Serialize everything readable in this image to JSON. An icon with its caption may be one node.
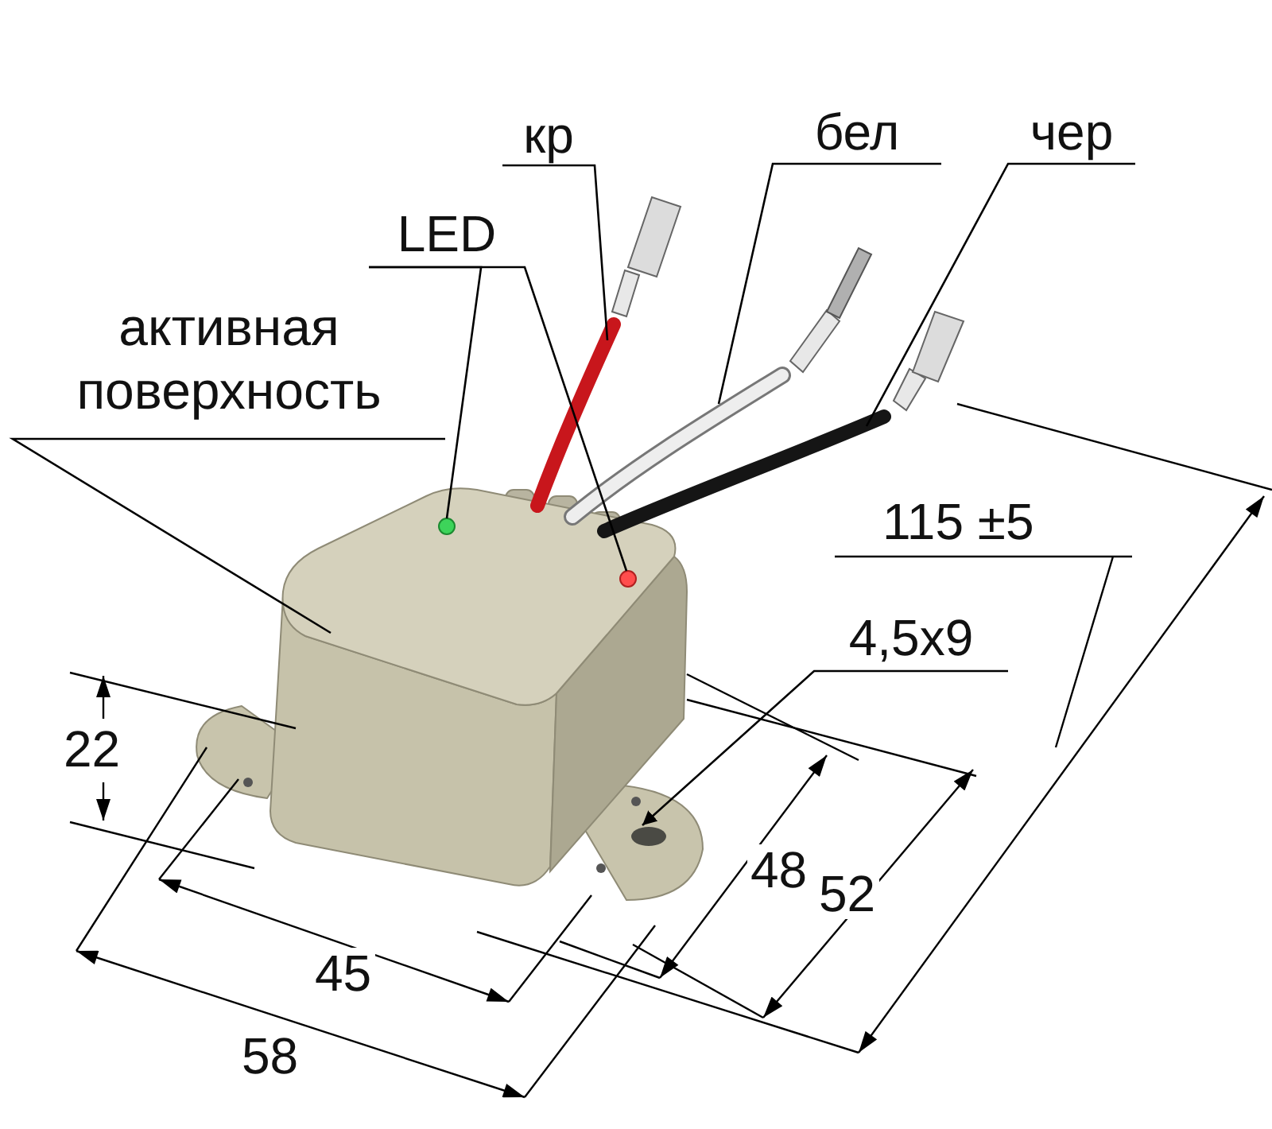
{
  "diagram": {
    "nodes": [
      {
        "text": [
          "кр"
        ]
      },
      {
        "text": [
          "бел"
        ]
      },
      {
        "text": [
          "чер"
        ]
      },
      {
        "text": [
          "LED"
        ]
      },
      {
        "text": [
          "активная поверхность"
        ]
      },
      {
        "text": [
          "4,5x9"
        ]
      },
      {
        "text": [],
        "shape": "bar"
      },
      {
        "text": [],
        "shape": "bar"
      },
      {
        "text": [],
        "shape": "bar"
      },
      {
        "text": [],
        "shape": "box"
      },
      {
        "text": [],
        "shape": "circle",
        "in": 9
      },
      {
        "text": [],
        "shape": "circle",
        "in": 9
      },
      {
        "text": [],
        "shape": "circle"
      }
    ],
    "edges": [
      {
        "from": 0,
        "to": 6,
        "arrow": "none"
      },
      {
        "from": 1,
        "to": 7,
        "arrow": "none"
      },
      {
        "from": 2,
        "to": 8,
        "arrow": "none"
      },
      {
        "from": 3,
        "to": 10,
        "arrow": "none"
      },
      {
        "from": 3,
        "to": 11,
        "arrow": "none"
      },
      {
        "from": 4,
        "to": 9,
        "arrow": "none"
      },
      {
        "from": 5,
        "to": 12,
        "arrow": "to"
      }
    ],
    "labels": [
      "22",
      "45",
      "58",
      "48",
      "52",
      "115 ±5"
    ]
  }
}
